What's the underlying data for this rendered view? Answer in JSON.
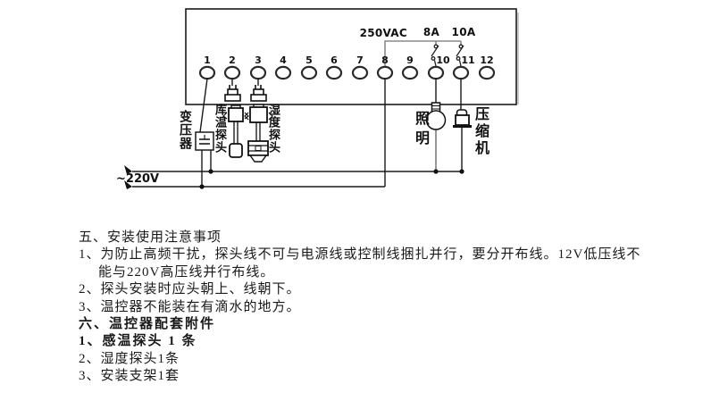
{
  "diagram": {
    "terminals": [
      "1",
      "2",
      "3",
      "4",
      "5",
      "6",
      "7",
      "8",
      "9",
      "10",
      "11",
      "12"
    ],
    "labels": {
      "voltage_rating": "250VAC",
      "fuse_lighting": "8A",
      "fuse_compressor": "10A",
      "mains": "~220V",
      "transformer": "变压器",
      "temp_probe": "库温探头",
      "humidity_probe": "湿度探头",
      "lighting": "照明",
      "compressor": "压缩机"
    },
    "colors": {
      "line": "#1a1a1a",
      "grey_line": "#8a8a8a"
    }
  },
  "notes": {
    "lines": [
      "五、安装使用注意事项",
      "1、为防止高频干扰，探头线不可与电源线或控制线捆扎并行，要分开布线。12V低压线不",
      "能与220V高压线并行布线。",
      "2、探头安装时应头朝上、线朝下。",
      "3、温控器不能装在有滴水的地方。",
      "六、温控器配套附件",
      "1、感温探头 1 条",
      "2、湿度探头1条",
      "3、安装支架1套"
    ]
  }
}
